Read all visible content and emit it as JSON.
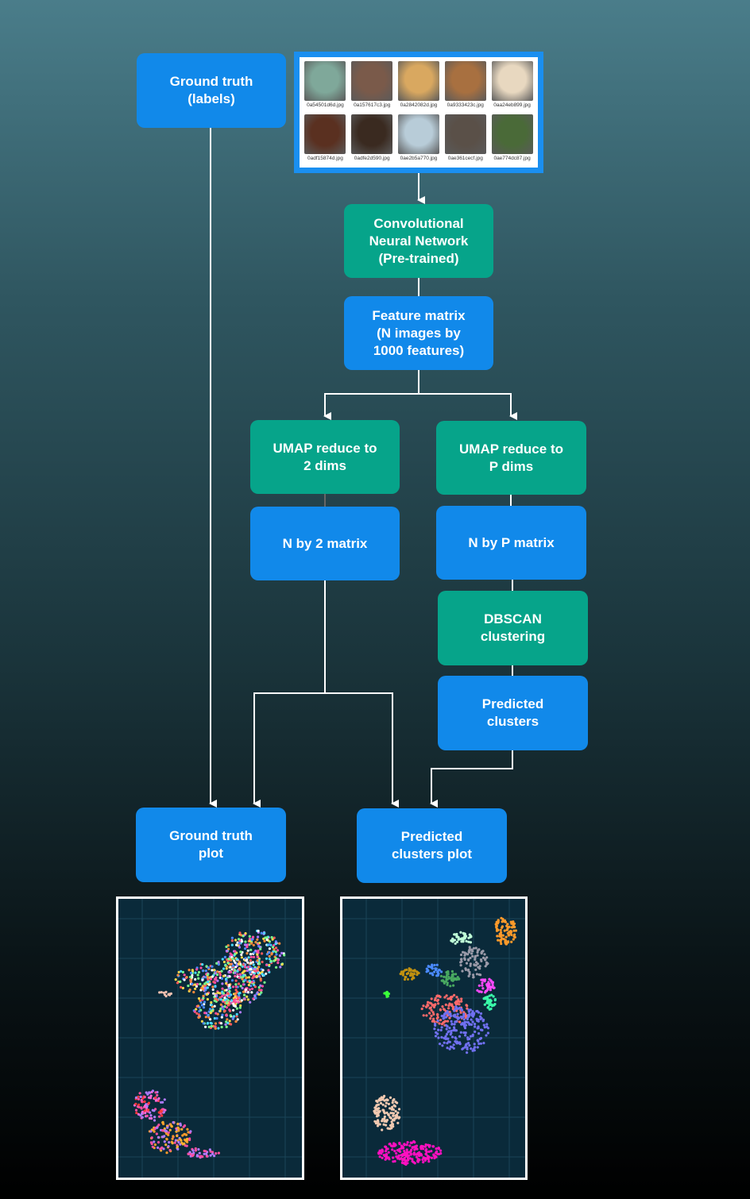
{
  "nodes": {
    "ground_truth": "Ground truth\n(labels)",
    "cnn": "Convolutional\nNeural Network\n(Pre-trained)",
    "feature_matrix": "Feature matrix\n(N images by\n1000 features)",
    "umap2": "UMAP reduce to\n2 dims",
    "umapP": "UMAP reduce to\nP dims",
    "nby2": "N by 2 matrix",
    "nbyP": "N by P matrix",
    "dbscan": "DBSCAN\nclustering",
    "predicted_clusters": "Predicted\nclusters",
    "ground_truth_plot": "Ground truth\nplot",
    "predicted_clusters_plot": "Predicted\nclusters plot"
  },
  "thumbnails": [
    {
      "name": "0a54501d6d.jpg",
      "color": "#7fa89a"
    },
    {
      "name": "0a157617c3.jpg",
      "color": "#7a5a4a"
    },
    {
      "name": "0a2842082d.jpg",
      "color": "#d9a860"
    },
    {
      "name": "0a9333423c.jpg",
      "color": "#a87040"
    },
    {
      "name": "0aa24eb899.jpg",
      "color": "#e8d8c0"
    },
    {
      "name": "0adf15874d.jpg",
      "color": "#5a3020"
    },
    {
      "name": "0adfe2d590.jpg",
      "color": "#3a2a20"
    },
    {
      "name": "0ae2b5a770.jpg",
      "color": "#b8ccd8"
    },
    {
      "name": "0ae361cecf.jpg",
      "color": "#5a5048"
    },
    {
      "name": "0ae774dc87.jpg",
      "color": "#4a6a38"
    }
  ],
  "colors": {
    "process_blue": "#1189ea",
    "process_green": "#06a48a",
    "connector": "#ffffff"
  }
}
